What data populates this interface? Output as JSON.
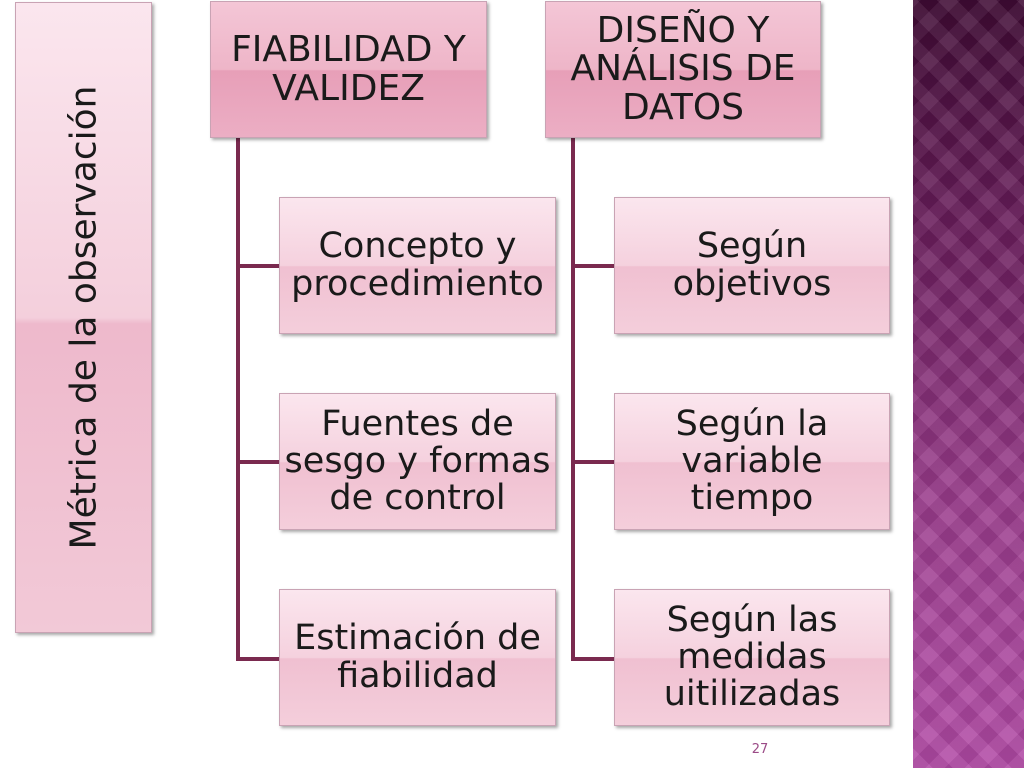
{
  "diagram": {
    "root": {
      "label": "Métrica de la observación"
    },
    "branches": [
      {
        "label_lines": [
          "FIABILIDAD Y",
          "VALIDEZ"
        ],
        "children": [
          {
            "lines": [
              "Concepto y",
              "procedimiento"
            ]
          },
          {
            "lines": [
              "Fuentes de",
              "sesgo y formas",
              "de control"
            ]
          },
          {
            "lines": [
              "Estimación de",
              "fiabilidad"
            ]
          }
        ]
      },
      {
        "label_lines": [
          "DISEÑO Y",
          "ANÁLISIS DE",
          "DATOS"
        ],
        "children": [
          {
            "lines": [
              "Según",
              "objetivos"
            ]
          },
          {
            "lines": [
              "Según la",
              "variable",
              "tiempo"
            ]
          },
          {
            "lines": [
              "Según las",
              "medidas",
              "uitilizadas"
            ]
          }
        ]
      }
    ]
  },
  "footer": {
    "page_number": "27"
  },
  "colors": {
    "connector": "#7a2a4f",
    "box_pink": "#f0c0d1",
    "header_pink": "#e79fb8",
    "side_band_top": "#3f0b34",
    "side_band_bottom": "#b24aa6",
    "page_number": "#9b4b87"
  }
}
